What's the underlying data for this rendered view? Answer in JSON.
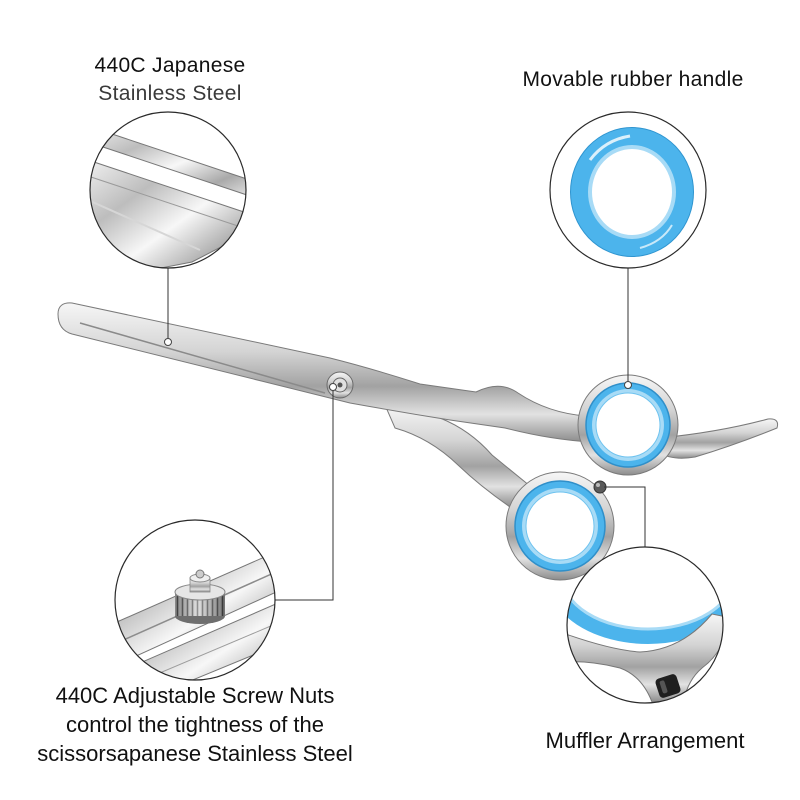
{
  "callouts": {
    "blade": {
      "line1": "440C Japanese",
      "line2": "Stainless Steel"
    },
    "handle": {
      "label": "Movable rubber handle"
    },
    "screw": {
      "line1": "440C Adjustable Screw Nuts",
      "line2": "control the tightness of the",
      "line3": "scissorsapanese Stainless Steel"
    },
    "muffler": {
      "label": "Muffler Arrangement"
    }
  },
  "colors": {
    "rubber_blue": "#4cb4ec",
    "rubber_blue_light": "#a8dbf6",
    "callout_line": "#333333"
  }
}
